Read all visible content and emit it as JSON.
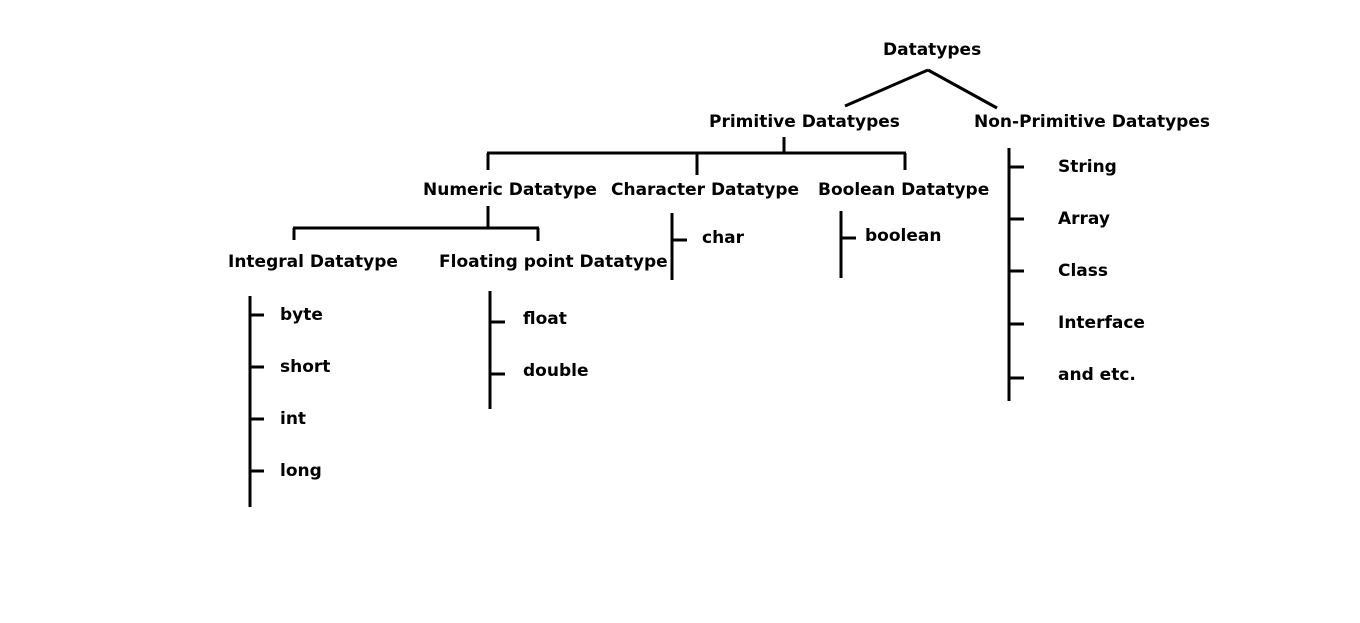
{
  "root": {
    "label": "Datatypes"
  },
  "primitive": {
    "label": "Primitive Datatypes",
    "numeric": {
      "label": "Numeric Datatype",
      "integral": {
        "label": "Integral Datatype",
        "items": [
          "byte",
          "short",
          "int",
          "long"
        ]
      },
      "floating": {
        "label": "Floating point Datatype",
        "items": [
          "float",
          "double"
        ]
      }
    },
    "character": {
      "label": "Character Datatype",
      "items": [
        "char"
      ]
    },
    "boolean": {
      "label": "Boolean Datatype",
      "items": [
        "boolean"
      ]
    }
  },
  "non_primitive": {
    "label": "Non-Primitive Datatypes",
    "items": [
      "String",
      "Array",
      "Class",
      "Interface",
      "and etc."
    ]
  }
}
